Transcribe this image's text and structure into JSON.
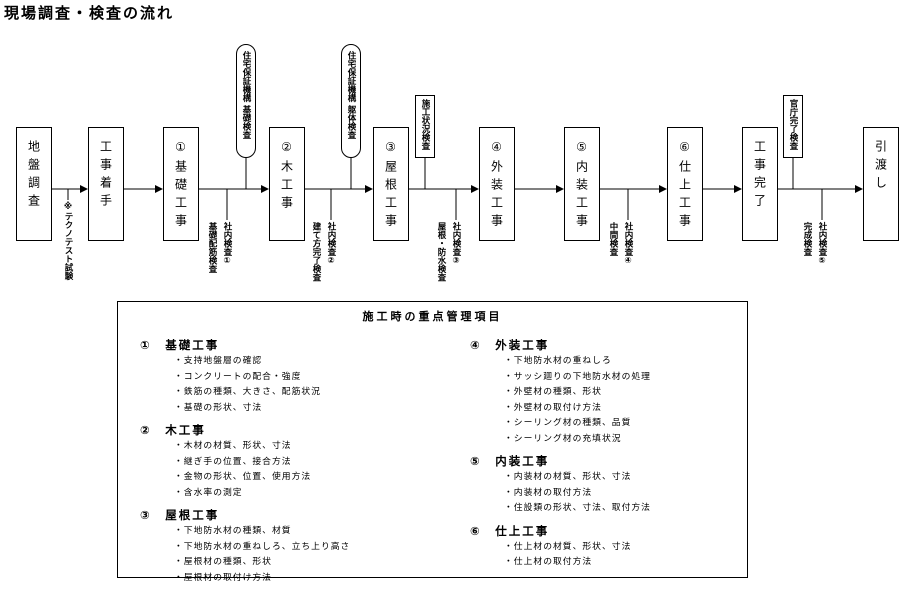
{
  "title": "現場調査・検査の流れ",
  "steps": [
    {
      "label": "地盤調査"
    },
    {
      "label": "工事着手"
    },
    {
      "label": "①基礎工事"
    },
    {
      "label": "②木工事"
    },
    {
      "label": "③屋根工事"
    },
    {
      "label": "④外装工事"
    },
    {
      "label": "⑤内装工事"
    },
    {
      "label": "⑥仕上工事"
    },
    {
      "label": "工事完了"
    },
    {
      "label": "引渡し"
    }
  ],
  "top_notes": [
    {
      "label": "住宅保証機構 基礎検査"
    },
    {
      "label": "住宅保証機構 躯体検査"
    },
    {
      "label": "施工状況検査"
    },
    {
      "label": "官庁完了検査"
    }
  ],
  "bottom_notes": [
    {
      "label": "※テクノテスト試験"
    },
    {
      "label": "社内検査①"
    },
    {
      "label": "基礎配筋検査"
    },
    {
      "label": "社内検査②"
    },
    {
      "label": "建て方完了検査"
    },
    {
      "label": "社内検査③"
    },
    {
      "label": "屋根・防水検査"
    },
    {
      "label": "社内検査④"
    },
    {
      "label": "中間検査"
    },
    {
      "label": "社内検査⑤"
    },
    {
      "label": "完成検査"
    }
  ],
  "panel": {
    "title": "施工時の重点管理項目",
    "left": [
      {
        "heading": "①　基礎工事",
        "items": [
          "・支持地盤層の確認",
          "・コンクリートの配合・強度",
          "・鉄筋の種類、大きさ、配筋状況",
          "・基礎の形状、寸法"
        ]
      },
      {
        "heading": "②　木工事",
        "items": [
          "・木材の材質、形状、寸法",
          "・継ぎ手の位置、接合方法",
          "・金物の形状、位置、使用方法",
          "・含水率の測定"
        ]
      },
      {
        "heading": "③　屋根工事",
        "items": [
          "・下地防水材の種類、材質",
          "・下地防水材の重ねしろ、立ち上り高さ",
          "・屋根材の種類、形状",
          "・屋根材の取付け方法"
        ]
      }
    ],
    "right": [
      {
        "heading": "④　外装工事",
        "items": [
          "・下地防水材の重ねしろ",
          "・サッシ廻りの下地防水材の処理",
          "・外壁材の種類、形状",
          "・外壁材の取付け方法",
          "・シーリング材の種類、品質",
          "・シーリング材の充填状況"
        ]
      },
      {
        "heading": "⑤　内装工事",
        "items": [
          "・内装材の材質、形状、寸法",
          "・内装材の取付方法",
          "・住設類の形状、寸法、取付方法"
        ]
      },
      {
        "heading": "⑥　仕上工事",
        "items": [
          "・仕上材の材質、形状、寸法",
          "・仕上材の取付方法"
        ]
      }
    ]
  }
}
